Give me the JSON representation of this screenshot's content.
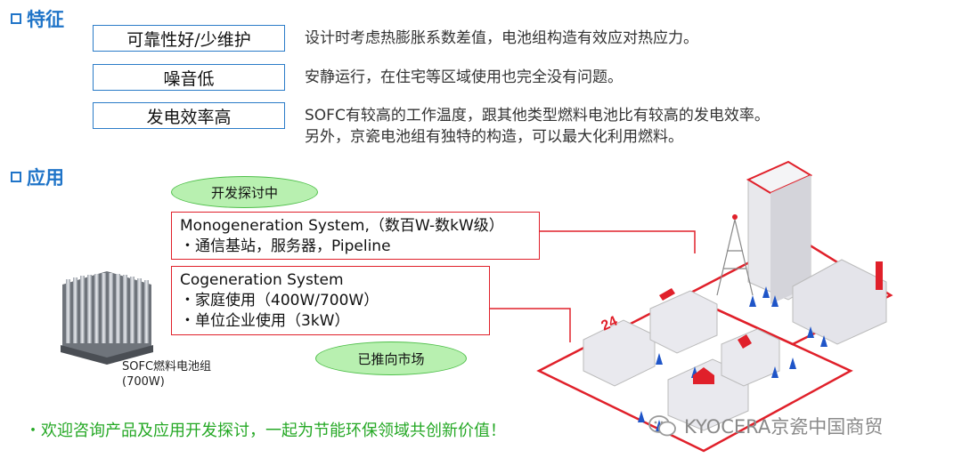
{
  "features": {
    "title": "特征",
    "items": [
      {
        "label": "可靠性好/少维护",
        "desc": "设计时考虑热膨胀系数差值，电池组构造有效应对热应力。"
      },
      {
        "label": "噪音低",
        "desc": "安静运行，在住宅等区域使用也完全没有问题。"
      },
      {
        "label": "发电效率高",
        "desc": "SOFC有较高的工作温度，跟其他类型燃料电池比有较高的发电效率。",
        "desc2": "另外，京瓷电池组有独特的构造，可以最大化利用燃料。"
      }
    ]
  },
  "application": {
    "title": "应用",
    "dev_badge": "开发探讨中",
    "market_badge": "已推向市场",
    "mono": {
      "title": "Monogeneration System,（数百W-数kW级）",
      "line": "・通信基站，服务器，Pipeline"
    },
    "cogen": {
      "title": "Cogeneration System",
      "line1": "・家庭使用（400W/700W）",
      "line2": "・单位企业使用（3kW）"
    },
    "product_caption1": "SOFC燃料电池组",
    "product_caption2": "(700W)",
    "city_sign": "24"
  },
  "footer": "・欢迎咨询产品及应用开发探讨，一起为节能环保领域共创新价值！",
  "watermark": "KYOCERA京瓷中国商贸",
  "colors": {
    "blue": "#1f74c8",
    "red": "#e0202a",
    "green": "#25a825",
    "pill": "#b8f0b0"
  }
}
